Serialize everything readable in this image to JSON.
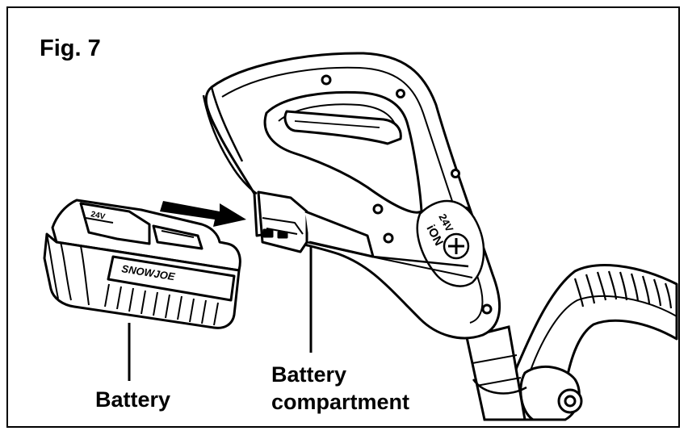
{
  "figure": {
    "label": "Fig. 7"
  },
  "callouts": {
    "battery": "Battery",
    "compartment_line1": "Battery",
    "compartment_line2": "compartment"
  },
  "product_marks": {
    "battery_brand": "SNOWJOE",
    "battery_voltage": "24V",
    "handle_badge_voltage": "24V",
    "handle_badge_text": "iON"
  },
  "colors": {
    "line": "#000000",
    "background": "#ffffff",
    "arrow": "#000000"
  }
}
